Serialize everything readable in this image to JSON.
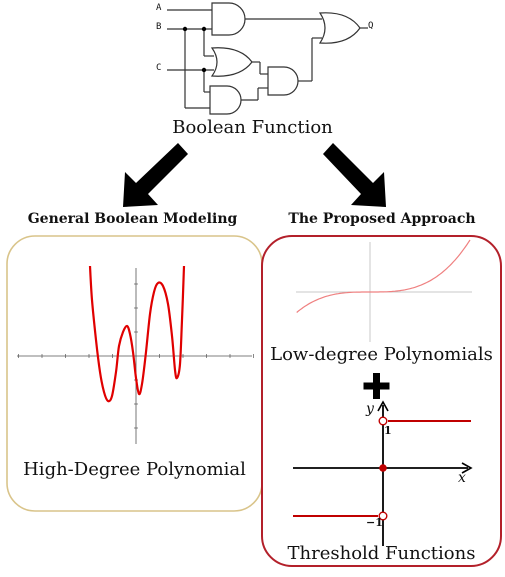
{
  "circuit": {
    "inputs": [
      "A",
      "B",
      "C"
    ],
    "output": "Q",
    "caption": "Boolean Function"
  },
  "left_panel": {
    "heading": "General Boolean Modeling",
    "caption": "High-Degree Polynomial",
    "border_color": "#d9c48a",
    "curve_color": "#e00000"
  },
  "right_panel": {
    "heading": "The Proposed Approach",
    "border_color": "#b3202a",
    "top_caption": "Low-degree Polynomials",
    "bottom_caption": "Threshold Functions",
    "plus_sign": "+",
    "step": {
      "x_label": "x",
      "y_label": "y",
      "upper_value": "1",
      "lower_value": "−1",
      "color": "#c00000"
    }
  }
}
